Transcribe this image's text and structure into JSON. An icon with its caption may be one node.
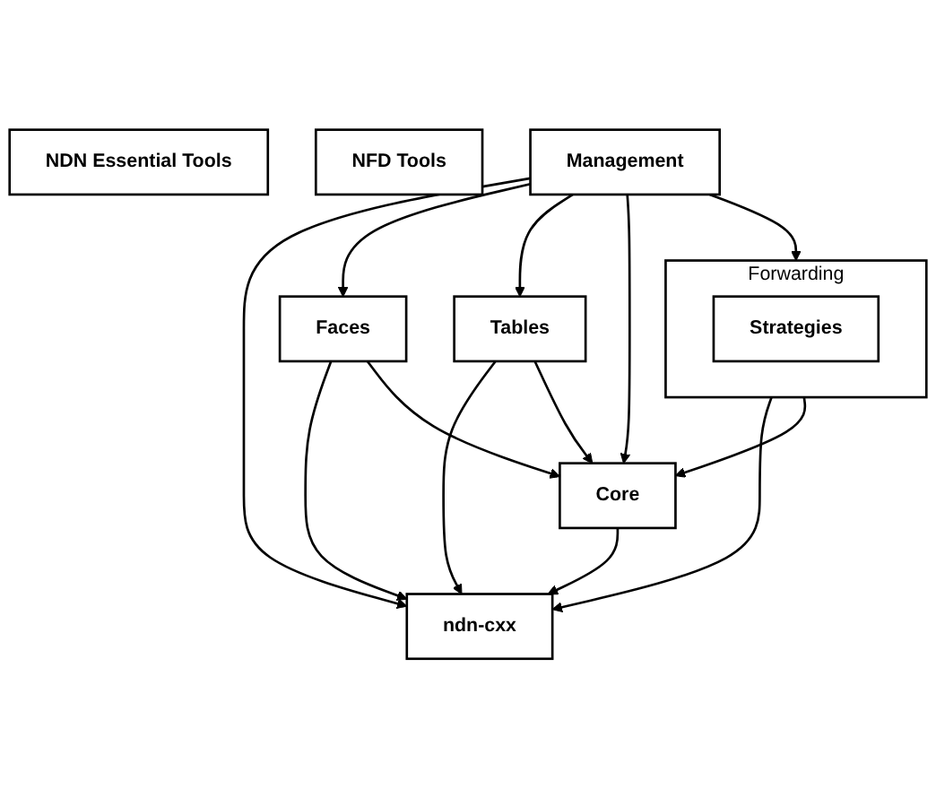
{
  "diagram": {
    "nodes": [
      {
        "text": [
          "Management"
        ]
      },
      {
        "text": [
          "ndn-cxx"
        ]
      },
      {
        "text": [
          "Forwarding"
        ]
      },
      {
        "text": [
          "Tables"
        ]
      },
      {
        "text": [
          "Strategies"
        ],
        "in": 2
      },
      {
        "text": [
          "Faces"
        ]
      },
      {
        "text": [
          "NDN Essential Tools"
        ]
      },
      {
        "text": [
          "NFD Tools"
        ]
      },
      {
        "text": [
          "Core"
        ]
      }
    ],
    "edges": [
      {
        "from": 0,
        "to": 1,
        "arrow": "to"
      },
      {
        "from": 0,
        "to": 5,
        "arrow": "to"
      },
      {
        "from": 0,
        "to": 2,
        "arrow": "to"
      },
      {
        "from": 0,
        "to": 3,
        "arrow": "to"
      },
      {
        "from": 0,
        "to": 8,
        "arrow": "to"
      },
      {
        "from": 3,
        "to": 1,
        "arrow": "to"
      },
      {
        "from": 2,
        "to": 1,
        "arrow": "to"
      },
      {
        "from": 5,
        "to": 1,
        "arrow": "to"
      },
      {
        "from": 8,
        "to": 1,
        "arrow": "to"
      },
      {
        "from": 2,
        "to": 8,
        "arrow": "to"
      },
      {
        "from": 3,
        "to": 8,
        "arrow": "to"
      },
      {
        "from": 5,
        "to": 8,
        "arrow": "to"
      }
    ]
  }
}
